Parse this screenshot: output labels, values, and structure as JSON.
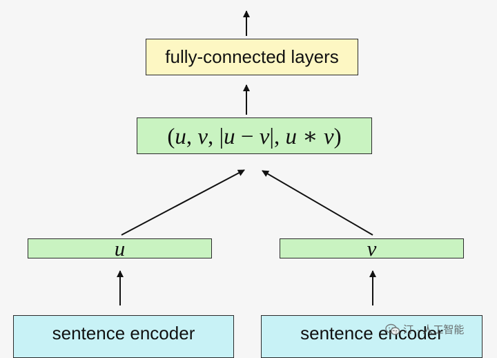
{
  "fc_box": {
    "label": "fully-connected layers"
  },
  "combine_box": {
    "paren_open": "(",
    "u1": "u",
    "comma1": ", ",
    "v1": "v",
    "comma2": ", ",
    "bar_open": "|",
    "u2": "u",
    "minus": " − ",
    "v2": "v",
    "bar_close": "|",
    "comma3": ", ",
    "u3": "u",
    "star": " ∗ ",
    "v3": "v",
    "paren_close": ")"
  },
  "u_box": {
    "label": "u"
  },
  "v_box": {
    "label": "v"
  },
  "encoder_left": {
    "label": "sentence encoder"
  },
  "encoder_right": {
    "label": "sentence encoder"
  },
  "watermark": {
    "text": "汀 · 人工智能"
  },
  "colors": {
    "yellow_fill": "#fdf7c3",
    "green_fill": "#c9f3c1",
    "cyan_fill": "#c8f2f6",
    "stroke": "#2a2a2a"
  }
}
